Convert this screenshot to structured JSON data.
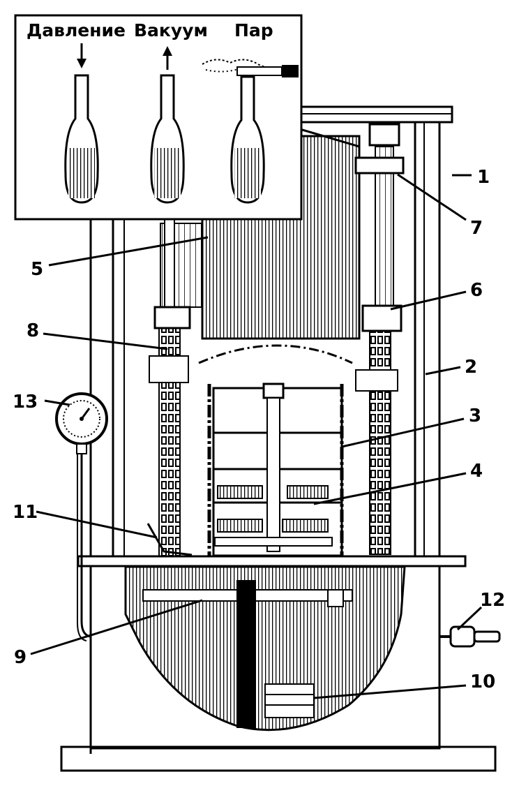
{
  "inset": {
    "labels": [
      "Давление",
      "Вакуум",
      "Пар"
    ]
  },
  "callouts": {
    "c1": "1",
    "c2": "2",
    "c3": "3",
    "c4": "4",
    "c5": "5",
    "c6": "6",
    "c7": "7",
    "c8": "8",
    "c9": "9",
    "c10": "10",
    "c11": "11",
    "c12": "12",
    "c13": "13"
  }
}
